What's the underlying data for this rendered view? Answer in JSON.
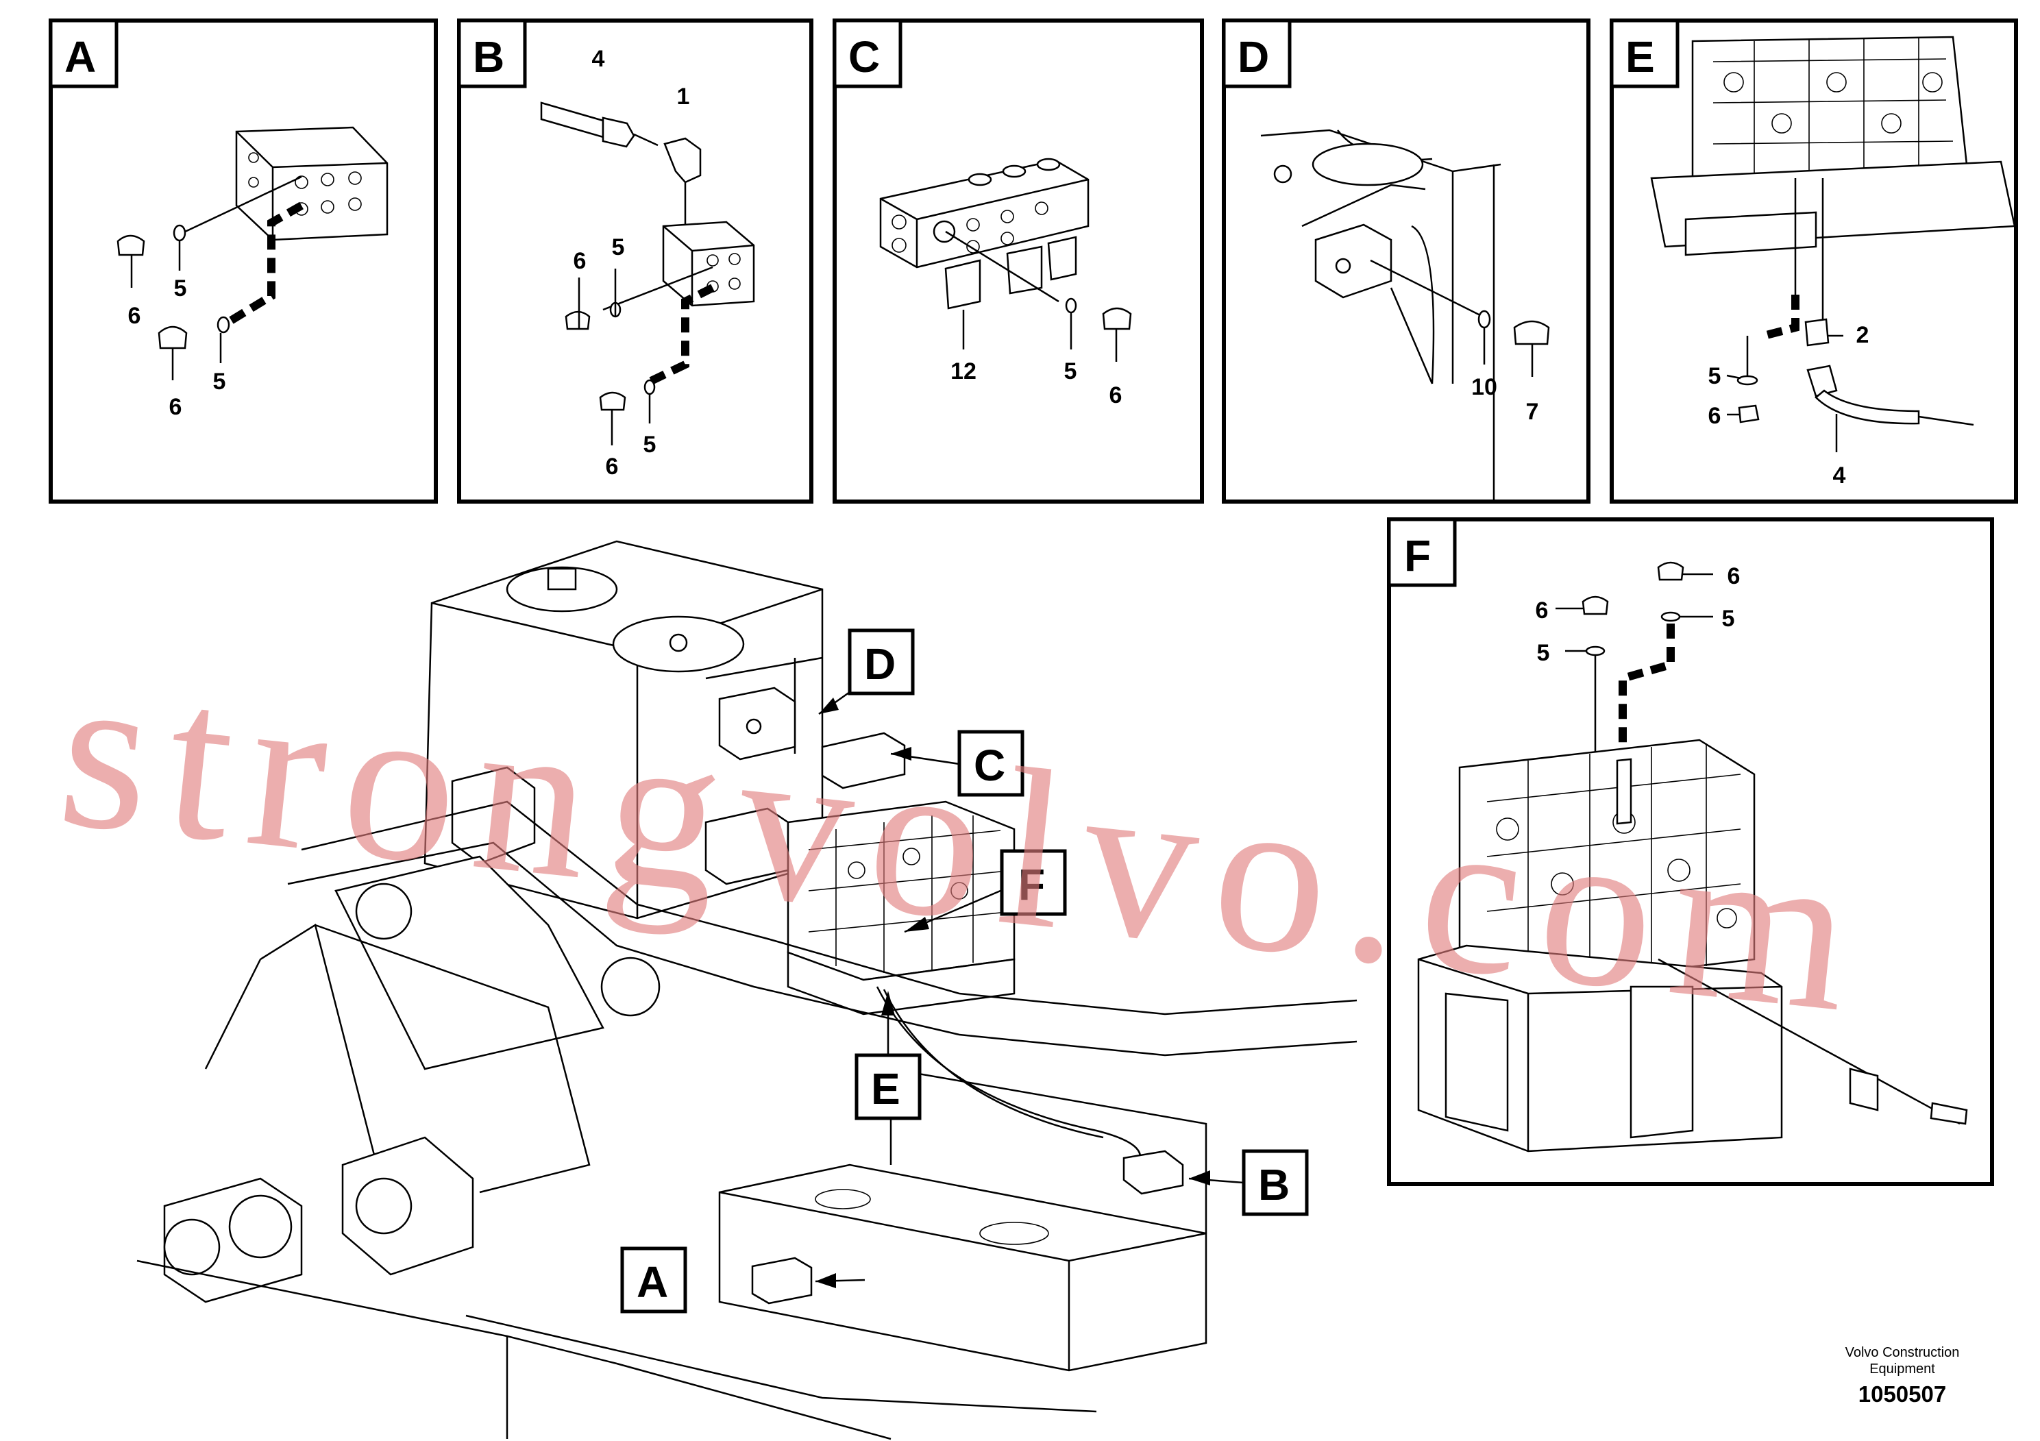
{
  "panels": {
    "A": {
      "tag": "A",
      "labels": [
        "6",
        "5",
        "6",
        "5"
      ]
    },
    "B": {
      "tag": "B",
      "labels": [
        "4",
        "1",
        "6",
        "5",
        "6",
        "5"
      ]
    },
    "C": {
      "tag": "C",
      "labels": [
        "12",
        "5",
        "6"
      ]
    },
    "D": {
      "tag": "D",
      "labels": [
        "10",
        "7"
      ]
    },
    "E": {
      "tag": "E",
      "labels": [
        "2",
        "5",
        "6",
        "4"
      ]
    },
    "F": {
      "tag": "F",
      "labels": [
        "6",
        "6",
        "5",
        "5"
      ]
    }
  },
  "callouts": [
    "D",
    "C",
    "F",
    "E",
    "B",
    "A"
  ],
  "watermark": "strongvolvo.com",
  "footer": {
    "company_line1": "Volvo Construction",
    "company_line2": "Equipment",
    "drawing_number": "1050507"
  }
}
